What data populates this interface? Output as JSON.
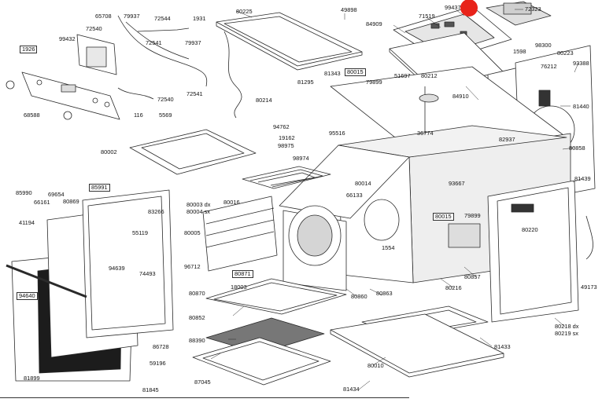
{
  "diagram": {
    "part_labels": [
      {
        "id": "80225",
        "text": "80225"
      },
      {
        "id": "49898",
        "text": "49898"
      },
      {
        "id": "99437",
        "text": "99437"
      },
      {
        "id": "72323",
        "text": "72323"
      },
      {
        "id": "71519",
        "text": "71519"
      },
      {
        "id": "84909",
        "text": "84909"
      },
      {
        "id": "65708",
        "text": "65708"
      },
      {
        "id": "79937a",
        "text": "79937"
      },
      {
        "id": "72544",
        "text": "72544"
      },
      {
        "id": "1931",
        "text": "1931"
      },
      {
        "id": "72540a",
        "text": "72540"
      },
      {
        "id": "72541a",
        "text": "72541"
      },
      {
        "id": "79937b",
        "text": "79937"
      },
      {
        "id": "99432",
        "text": "99432"
      },
      {
        "id": "1926",
        "text": "1926"
      },
      {
        "id": "72540b",
        "text": "72540"
      },
      {
        "id": "72541b",
        "text": "72541"
      },
      {
        "id": "116",
        "text": "116"
      },
      {
        "id": "5569",
        "text": "5569"
      },
      {
        "id": "68588",
        "text": "68588"
      },
      {
        "id": "98300",
        "text": "98300"
      },
      {
        "id": "1598",
        "text": "1598"
      },
      {
        "id": "80223",
        "text": "80223"
      },
      {
        "id": "93388",
        "text": "93388"
      },
      {
        "id": "80015a",
        "text": "80015"
      },
      {
        "id": "81343",
        "text": "81343"
      },
      {
        "id": "81295",
        "text": "81295"
      },
      {
        "id": "79899a",
        "text": "79899"
      },
      {
        "id": "51697",
        "text": "51697"
      },
      {
        "id": "80212",
        "text": "80212"
      },
      {
        "id": "76212",
        "text": "76212"
      },
      {
        "id": "80214",
        "text": "80214"
      },
      {
        "id": "84910",
        "text": "84910"
      },
      {
        "id": "81440",
        "text": "81440"
      },
      {
        "id": "94762",
        "text": "94762"
      },
      {
        "id": "95516",
        "text": "95516"
      },
      {
        "id": "36774",
        "text": "36774"
      },
      {
        "id": "82937",
        "text": "82937"
      },
      {
        "id": "19162",
        "text": "19162"
      },
      {
        "id": "98975",
        "text": "98975"
      },
      {
        "id": "80858",
        "text": "80858"
      },
      {
        "id": "80002",
        "text": "80002"
      },
      {
        "id": "98974",
        "text": "98974"
      },
      {
        "id": "80014",
        "text": "80014"
      },
      {
        "id": "93667",
        "text": "93667"
      },
      {
        "id": "81439",
        "text": "81439"
      },
      {
        "id": "85991",
        "text": "85991"
      },
      {
        "id": "85990",
        "text": "85990"
      },
      {
        "id": "69654",
        "text": "69654"
      },
      {
        "id": "66161",
        "text": "66161"
      },
      {
        "id": "80869",
        "text": "80869"
      },
      {
        "id": "80016",
        "text": "80016"
      },
      {
        "id": "66133",
        "text": "66133"
      },
      {
        "id": "80003",
        "text": "80003 dx"
      },
      {
        "id": "80004",
        "text": "80004 sx"
      },
      {
        "id": "83266",
        "text": "83266"
      },
      {
        "id": "80015b",
        "text": "80015"
      },
      {
        "id": "79899b",
        "text": "79899"
      },
      {
        "id": "80220",
        "text": "80220"
      },
      {
        "id": "41194",
        "text": "41194"
      },
      {
        "id": "55119",
        "text": "55119"
      },
      {
        "id": "80005",
        "text": "80005"
      },
      {
        "id": "1554",
        "text": "1554"
      },
      {
        "id": "96712",
        "text": "96712"
      },
      {
        "id": "74493",
        "text": "74493"
      },
      {
        "id": "94639",
        "text": "94639"
      },
      {
        "id": "80871",
        "text": "80871"
      },
      {
        "id": "80857",
        "text": "80857"
      },
      {
        "id": "94640",
        "text": "94640"
      },
      {
        "id": "18003",
        "text": "18003"
      },
      {
        "id": "80216",
        "text": "80216"
      },
      {
        "id": "49173",
        "text": "49173"
      },
      {
        "id": "80870",
        "text": "80870"
      },
      {
        "id": "80860",
        "text": "80860"
      },
      {
        "id": "80863",
        "text": "80863"
      },
      {
        "id": "80852",
        "text": "80852"
      },
      {
        "id": "80218",
        "text": "80218 dx"
      },
      {
        "id": "80219",
        "text": "80219 sx"
      },
      {
        "id": "86728",
        "text": "86728"
      },
      {
        "id": "88390",
        "text": "88390"
      },
      {
        "id": "81433",
        "text": "81433"
      },
      {
        "id": "59196",
        "text": "59196"
      },
      {
        "id": "80010",
        "text": "80010"
      },
      {
        "id": "81899",
        "text": "81899"
      },
      {
        "id": "87045",
        "text": "87045"
      },
      {
        "id": "81845",
        "text": "81845"
      },
      {
        "id": "81434",
        "text": "81434"
      }
    ],
    "colors": {
      "line": "#2a2a2a",
      "fill": "#ffffff",
      "shade": "#d9d9d9",
      "dark": "#1c1c1c",
      "accent": "#e8231a"
    }
  }
}
